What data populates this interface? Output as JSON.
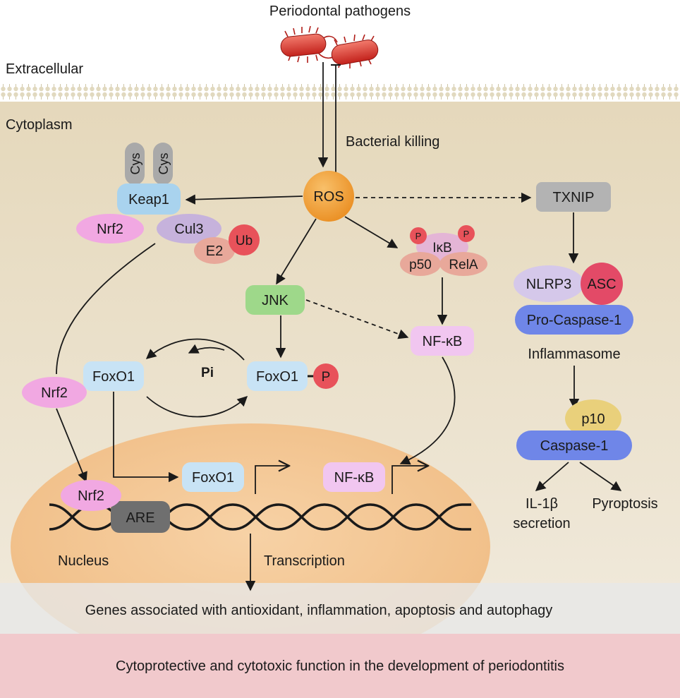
{
  "labels": {
    "pathogens": "Periodontal pathogens",
    "extracellular": "Extracellular",
    "cytoplasm": "Cytoplasm",
    "bacterial_killing": "Bacterial killing",
    "inflammasome": "Inflammasome",
    "nucleus": "Nucleus",
    "transcription": "Transcription",
    "pi": "Pi",
    "il1b_line1": "IL-1β",
    "il1b_line2": "secretion",
    "pyroptosis": "Pyroptosis"
  },
  "nodes": {
    "ros": "ROS",
    "cys_1": "Cys",
    "cys_2": "Cys",
    "keap1": "Keap1",
    "nrf2_top": "Nrf2",
    "cul3": "Cul3",
    "e2": "E2",
    "ub": "Ub",
    "txnip": "TXNIP",
    "ikb": "IκB",
    "ikb_p1": "P",
    "ikb_p2": "P",
    "p50": "p50",
    "rela": "RelA",
    "jnk": "JNK",
    "nfkb_cyto": "NF-κB",
    "foxo1_left": "FoxO1",
    "foxo1_phos": "FoxO1",
    "foxo1_p": "P",
    "nrf2_mid": "Nrf2",
    "nlrp3": "NLRP3",
    "asc": "ASC",
    "pro_caspase1": "Pro-Caspase-1",
    "p10": "p10",
    "caspase1": "Caspase-1",
    "nrf2_nucleus": "Nrf2",
    "are": "ARE",
    "foxo1_nucleus": "FoxO1",
    "nfkb_nucleus": "NF-κB"
  },
  "bands": {
    "genes": "Genes associated with antioxidant, inflammation, apoptosis and autophagy",
    "function": "Cytoprotective and cytotoxic function in the development of periodontitis"
  },
  "colors": {
    "cytoplasm": "#e8dcc2",
    "nucleus": "#f3c48f",
    "ros": "#f1a03a",
    "keap1": "#a9d3ee",
    "nrf2": "#f1a8e2",
    "cul3": "#c6b2dc",
    "ub_p": "#e8525a",
    "jnk": "#9ed88a",
    "nfkb": "#f1c6f0",
    "txnip": "#b3b3b3",
    "caspase": "#6f86e8",
    "p10": "#e9d07b",
    "are": "#6f6f6f",
    "genes_band": "#e9e9e9",
    "function_band": "#f1c9cc"
  }
}
